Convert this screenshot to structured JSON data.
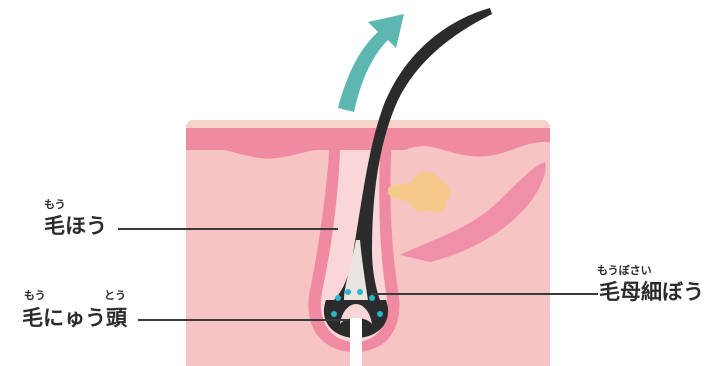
{
  "labels": {
    "hair_shaft": {
      "text": "毛ほう",
      "ruby": "もう"
    },
    "papilla": {
      "text": "毛にゅう頭",
      "ruby_1": "もう",
      "ruby_2": "とう"
    },
    "matrix": {
      "text": "毛母細ぼう",
      "ruby": "もうぼさい"
    }
  },
  "colors": {
    "skin_surface": "#f6d3c8",
    "epidermis": "#f08aa0",
    "dermis": "#f7c4c4",
    "hair": "#2b2b2b",
    "root_core": "#e9e4e2",
    "arrow": "#5db7b0",
    "sebaceous_gland": "#f4c98a",
    "muscle": "#ef8fa8",
    "cells": "#2bb3c9",
    "leader_line": "#3a3a3a"
  }
}
